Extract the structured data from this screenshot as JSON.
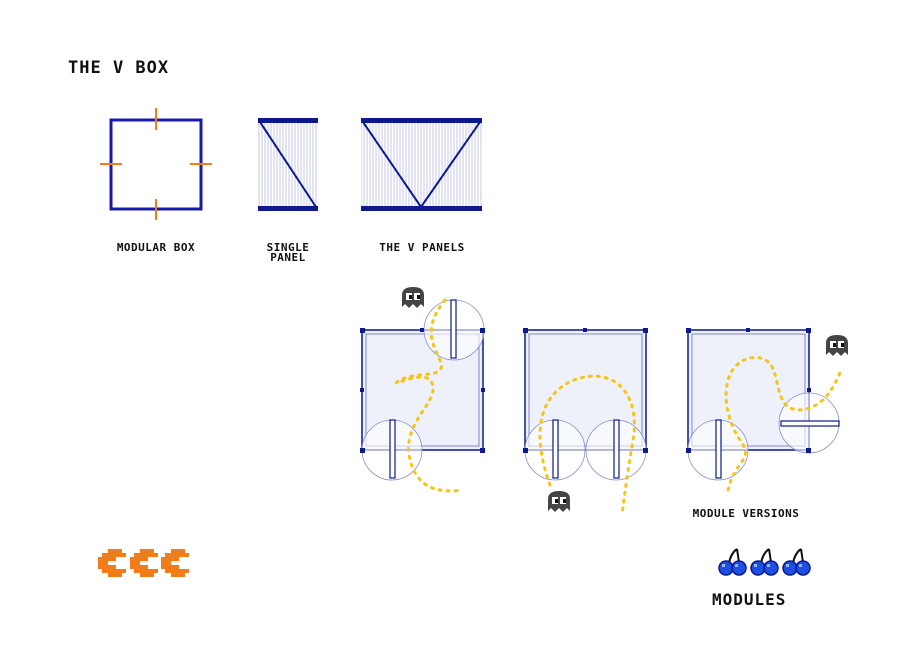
{
  "title": "THE V BOX",
  "labels": {
    "modular_box": "MODULAR BOX",
    "single_panel_line1": "SINGLE",
    "single_panel_line2": "PANEL",
    "v_panels": "THE V PANELS",
    "module_versions": "MODULE VERSIONS",
    "modules": "MODULES"
  },
  "colors": {
    "navy": "#0b1a8c",
    "orange": "#f07d1a",
    "yellow": "#f5c518",
    "ghost": "#444444",
    "cherry": "#1f4fe0",
    "fill": "#eef0fa"
  },
  "icons": [
    "ghost-icon",
    "pacman-icon",
    "cherry-icon"
  ]
}
